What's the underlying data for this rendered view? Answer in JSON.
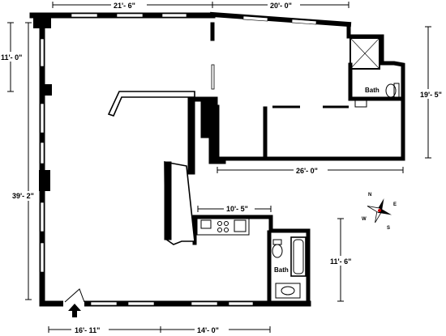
{
  "dimensions": {
    "top_left": "21'- 6\"",
    "top_right": "20'- 0\"",
    "left_upper": "11'- 0\"",
    "left_total": "39'- 2\"",
    "right_upper": "19'- 5\"",
    "right_wing_width": "26'- 0\"",
    "kitchen_width": "10'- 5\"",
    "right_lower": "11'- 6\"",
    "bottom_left": "16'- 11\"",
    "bottom_right": "14'- 0\""
  },
  "rooms": {
    "bath_upper": "Bath",
    "bath_lower": "Bath"
  },
  "compass": {
    "n": "N",
    "e": "E",
    "s": "S",
    "w": "W"
  },
  "icons": [
    "entry-arrow-icon",
    "compass-rose-icon"
  ]
}
